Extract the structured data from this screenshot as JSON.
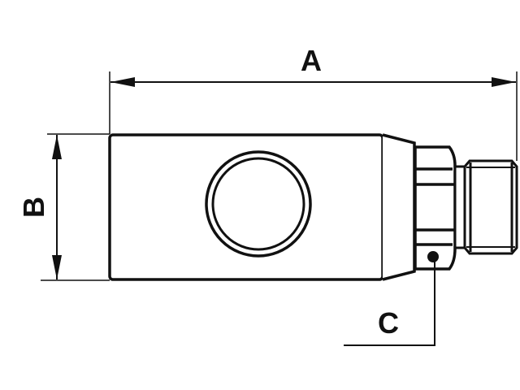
{
  "diagram": {
    "labels": {
      "length": "A",
      "height": "B",
      "port": "C"
    },
    "colors": {
      "line": "#111111",
      "background": "#ffffff"
    }
  }
}
